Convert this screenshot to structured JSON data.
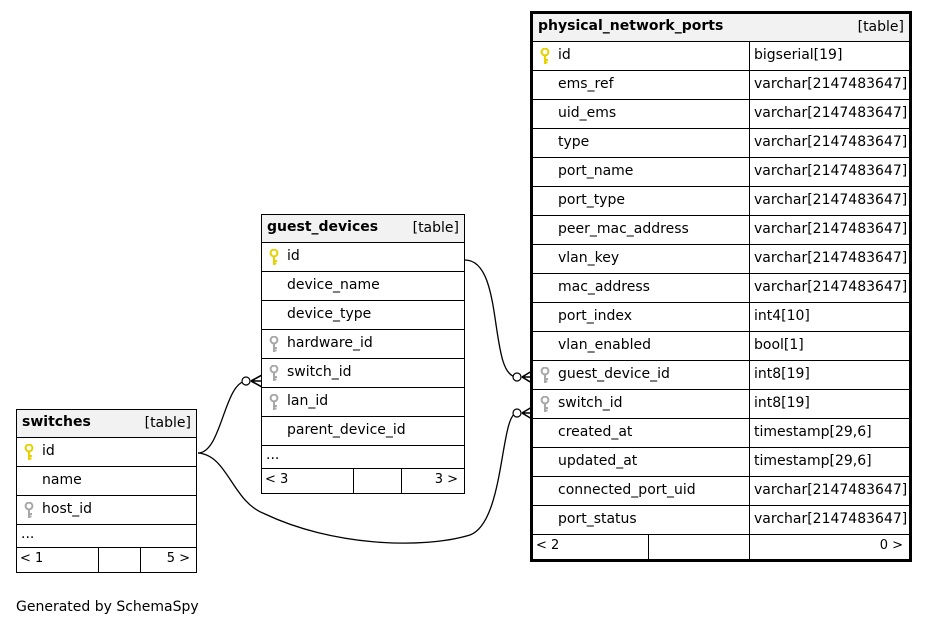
{
  "tables": {
    "switches": {
      "name": "switches",
      "kind": "[table]",
      "columns": [
        {
          "name": "id",
          "key": "pk"
        },
        {
          "name": "name",
          "key": ""
        },
        {
          "name": "host_id",
          "key": "fk"
        }
      ],
      "more": "...",
      "parents": "< 1",
      "children": "5 >"
    },
    "guest_devices": {
      "name": "guest_devices",
      "kind": "[table]",
      "columns": [
        {
          "name": "id",
          "key": "pk"
        },
        {
          "name": "device_name",
          "key": ""
        },
        {
          "name": "device_type",
          "key": ""
        },
        {
          "name": "hardware_id",
          "key": "fk"
        },
        {
          "name": "switch_id",
          "key": "fk"
        },
        {
          "name": "lan_id",
          "key": "fk"
        },
        {
          "name": "parent_device_id",
          "key": ""
        }
      ],
      "more": "...",
      "parents": "< 3",
      "children": "3 >"
    },
    "physical_network_ports": {
      "name": "physical_network_ports",
      "kind": "[table]",
      "columns": [
        {
          "name": "id",
          "type": "bigserial[19]",
          "key": "pk"
        },
        {
          "name": "ems_ref",
          "type": "varchar[2147483647]",
          "key": ""
        },
        {
          "name": "uid_ems",
          "type": "varchar[2147483647]",
          "key": ""
        },
        {
          "name": "type",
          "type": "varchar[2147483647]",
          "key": ""
        },
        {
          "name": "port_name",
          "type": "varchar[2147483647]",
          "key": ""
        },
        {
          "name": "port_type",
          "type": "varchar[2147483647]",
          "key": ""
        },
        {
          "name": "peer_mac_address",
          "type": "varchar[2147483647]",
          "key": ""
        },
        {
          "name": "vlan_key",
          "type": "varchar[2147483647]",
          "key": ""
        },
        {
          "name": "mac_address",
          "type": "varchar[2147483647]",
          "key": ""
        },
        {
          "name": "port_index",
          "type": "int4[10]",
          "key": ""
        },
        {
          "name": "vlan_enabled",
          "type": "bool[1]",
          "key": ""
        },
        {
          "name": "guest_device_id",
          "type": "int8[19]",
          "key": "fk"
        },
        {
          "name": "switch_id",
          "type": "int8[19]",
          "key": "fk"
        },
        {
          "name": "created_at",
          "type": "timestamp[29,6]",
          "key": ""
        },
        {
          "name": "updated_at",
          "type": "timestamp[29,6]",
          "key": ""
        },
        {
          "name": "connected_port_uid",
          "type": "varchar[2147483647]",
          "key": ""
        },
        {
          "name": "port_status",
          "type": "varchar[2147483647]",
          "key": ""
        }
      ],
      "parents": "< 2",
      "children": "0 >"
    }
  },
  "relationships": [
    {
      "from": "switches.id",
      "to": "guest_devices.switch_id"
    },
    {
      "from": "guest_devices.id",
      "to": "physical_network_ports.guest_device_id"
    },
    {
      "from": "switches.id",
      "to": "physical_network_ports.switch_id"
    }
  ],
  "colors": {
    "pk_key": "#e6d200",
    "fk_key": "#a8a8a8",
    "header_bg": "#f2f2f2"
  },
  "footer_text": "Generated by SchemaSpy"
}
